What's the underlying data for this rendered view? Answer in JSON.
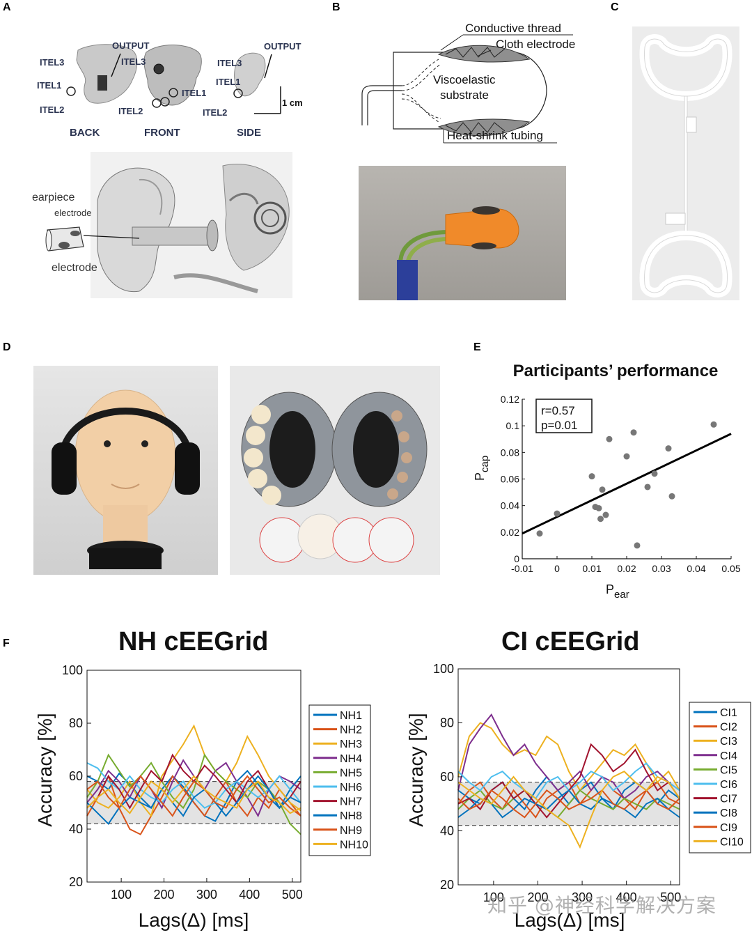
{
  "panels": {
    "a": {
      "letter": "A",
      "labels": {
        "itel3_back": "ITEL3",
        "itel1_back": "ITEL1",
        "itel2_back": "ITEL2",
        "output_back": "OUTPUT",
        "itel3_front": "ITEL3",
        "itel1_front": "ITEL1",
        "itel2_front": "ITEL2",
        "itel3_side": "ITEL3",
        "itel1_side": "ITEL1",
        "itel2_side": "ITEL2",
        "output_side": "OUTPUT",
        "scale": "1 cm",
        "back": "BACK",
        "front": "FRONT",
        "side": "SIDE"
      },
      "ear": {
        "earpiece": "earpiece",
        "electrode_top": "electrode",
        "electrode_bottom": "electrode"
      }
    },
    "b": {
      "letter": "B",
      "labels": {
        "conductive_thread": "Conductive thread",
        "cloth_electrode": "Cloth electrode",
        "substrate_line1": "Viscoelastic",
        "substrate_line2": "substrate",
        "heat_shrink": "Heat-shrink tubing"
      }
    },
    "c": {
      "letter": "C"
    },
    "d": {
      "letter": "D"
    },
    "e": {
      "letter": "E",
      "title": "Participants’ performance",
      "stats_r": "r=0.57",
      "stats_p": "p=0.01",
      "xlabel_main": "P",
      "xlabel_sub": "ear",
      "ylabel_main": "P",
      "ylabel_sub": "cap"
    },
    "f": {
      "letter": "F",
      "left_title": "NH cEEGrid",
      "right_title": "CI cEEGrid",
      "ylabel": "Accuracy [%]",
      "xlabel": "Lags(Δ) [ms]"
    }
  },
  "watermark": "知乎 @神经科学解决方案",
  "chart_data": [
    {
      "type": "scatter",
      "title": "Participants’ performance",
      "xlabel": "Pear",
      "ylabel": "Pcap",
      "xlim": [
        -0.01,
        0.05
      ],
      "ylim": [
        0,
        0.12
      ],
      "xticks": [
        "-0.01",
        "0",
        "0.01",
        "0.02",
        "0.03",
        "0.04",
        "0.05"
      ],
      "yticks": [
        "0",
        "0.02",
        "0.04",
        "0.06",
        "0.08",
        "0.1",
        "0.12"
      ],
      "annotation": [
        "r=0.57",
        "p=0.01"
      ],
      "points": [
        {
          "x": -0.005,
          "y": 0.019
        },
        {
          "x": 0.0,
          "y": 0.034
        },
        {
          "x": 0.01,
          "y": 0.062
        },
        {
          "x": 0.011,
          "y": 0.039
        },
        {
          "x": 0.012,
          "y": 0.038
        },
        {
          "x": 0.0125,
          "y": 0.03
        },
        {
          "x": 0.013,
          "y": 0.052
        },
        {
          "x": 0.014,
          "y": 0.033
        },
        {
          "x": 0.015,
          "y": 0.09
        },
        {
          "x": 0.02,
          "y": 0.077
        },
        {
          "x": 0.022,
          "y": 0.095
        },
        {
          "x": 0.023,
          "y": 0.01
        },
        {
          "x": 0.026,
          "y": 0.054
        },
        {
          "x": 0.028,
          "y": 0.064
        },
        {
          "x": 0.032,
          "y": 0.083
        },
        {
          "x": 0.033,
          "y": 0.047
        },
        {
          "x": 0.045,
          "y": 0.101
        }
      ],
      "fit_line": {
        "x": [
          -0.01,
          0.05
        ],
        "y": [
          0.019,
          0.094
        ]
      },
      "grid": false
    },
    {
      "type": "line",
      "title": "NH cEEGrid",
      "xlabel": "Lags(Δ) [ms]",
      "ylabel": "Accuracy [%]",
      "xlim": [
        20,
        520
      ],
      "ylim": [
        20,
        100
      ],
      "xticks": [
        "100",
        "200",
        "300",
        "400",
        "500"
      ],
      "yticks": [
        "20",
        "40",
        "60",
        "80",
        "100"
      ],
      "x": [
        20,
        45,
        70,
        95,
        120,
        145,
        170,
        195,
        220,
        245,
        270,
        295,
        320,
        345,
        370,
        395,
        420,
        445,
        470,
        495,
        520
      ],
      "chance_band": [
        42,
        58
      ],
      "legend_position": "right",
      "series": [
        {
          "name": "NH1",
          "color": "#0072BD",
          "values": [
            60,
            58,
            55,
            61,
            57,
            52,
            48,
            55,
            60,
            56,
            50,
            45,
            43,
            50,
            58,
            62,
            57,
            52,
            48,
            55,
            60
          ]
        },
        {
          "name": "NH2",
          "color": "#D95319",
          "values": [
            45,
            52,
            60,
            48,
            40,
            38,
            45,
            52,
            60,
            55,
            50,
            45,
            52,
            58,
            50,
            45,
            52,
            48,
            55,
            50,
            45
          ]
        },
        {
          "name": "NH3",
          "color": "#EDB120",
          "values": [
            55,
            50,
            48,
            52,
            58,
            50,
            45,
            60,
            66,
            72,
            79,
            68,
            62,
            58,
            65,
            75,
            68,
            60,
            55,
            50,
            47
          ]
        },
        {
          "name": "NH4",
          "color": "#7E2F8E",
          "values": [
            50,
            55,
            62,
            58,
            52,
            60,
            55,
            48,
            58,
            66,
            60,
            55,
            62,
            65,
            58,
            52,
            45,
            55,
            60,
            58,
            55
          ]
        },
        {
          "name": "NH5",
          "color": "#77AC30",
          "values": [
            52,
            58,
            68,
            62,
            56,
            60,
            65,
            58,
            52,
            48,
            55,
            68,
            62,
            58,
            55,
            52,
            58,
            55,
            50,
            42,
            38
          ]
        },
        {
          "name": "NH6",
          "color": "#4DBEEE",
          "values": [
            65,
            63,
            58,
            55,
            60,
            55,
            52,
            50,
            55,
            58,
            52,
            48,
            50,
            55,
            58,
            55,
            52,
            55,
            60,
            55,
            50
          ]
        },
        {
          "name": "NH7",
          "color": "#A2142F",
          "values": [
            48,
            52,
            60,
            55,
            48,
            55,
            62,
            58,
            68,
            62,
            58,
            64,
            60,
            55,
            50,
            58,
            62,
            55,
            48,
            52,
            58
          ]
        },
        {
          "name": "NH8",
          "color": "#0072BD",
          "values": [
            50,
            46,
            42,
            48,
            52,
            50,
            48,
            55,
            50,
            45,
            52,
            55,
            50,
            45,
            50,
            55,
            60,
            55,
            48,
            52,
            50
          ]
        },
        {
          "name": "NH9",
          "color": "#D95319",
          "values": [
            55,
            58,
            52,
            48,
            55,
            60,
            55,
            50,
            45,
            52,
            58,
            55,
            50,
            48,
            55,
            60,
            55,
            50,
            52,
            48,
            45
          ]
        },
        {
          "name": "NH10",
          "color": "#EDB120",
          "values": [
            48,
            52,
            55,
            50,
            46,
            52,
            58,
            55,
            50,
            55,
            60,
            55,
            52,
            50,
            48,
            55,
            58,
            52,
            50,
            46,
            48
          ]
        }
      ]
    },
    {
      "type": "line",
      "title": "CI cEEGrid",
      "xlabel": "Lags(Δ) [ms]",
      "ylabel": "Accuracy [%]",
      "xlim": [
        20,
        520
      ],
      "ylim": [
        20,
        100
      ],
      "xticks": [
        "100",
        "200",
        "300",
        "400",
        "500"
      ],
      "yticks": [
        "20",
        "40",
        "60",
        "80",
        "100"
      ],
      "x": [
        20,
        45,
        70,
        95,
        120,
        145,
        170,
        195,
        220,
        245,
        270,
        295,
        320,
        345,
        370,
        395,
        420,
        445,
        470,
        495,
        520
      ],
      "chance_band": [
        42,
        58
      ],
      "legend_position": "right",
      "series": [
        {
          "name": "CI1",
          "color": "#0072BD",
          "values": [
            55,
            52,
            50,
            55,
            58,
            52,
            48,
            55,
            60,
            55,
            50,
            55,
            58,
            52,
            48,
            55,
            58,
            55,
            50,
            55,
            52
          ]
        },
        {
          "name": "CI2",
          "color": "#D95319",
          "values": [
            50,
            55,
            58,
            52,
            48,
            55,
            50,
            45,
            52,
            55,
            58,
            50,
            55,
            60,
            55,
            52,
            48,
            55,
            58,
            52,
            50
          ]
        },
        {
          "name": "CI3",
          "color": "#EDB120",
          "values": [
            60,
            75,
            80,
            78,
            72,
            68,
            70,
            68,
            75,
            72,
            62,
            55,
            60,
            65,
            70,
            68,
            72,
            65,
            58,
            62,
            55
          ]
        },
        {
          "name": "CI4",
          "color": "#7E2F8E",
          "values": [
            55,
            72,
            78,
            83,
            75,
            68,
            72,
            65,
            60,
            55,
            58,
            62,
            55,
            60,
            58,
            52,
            55,
            60,
            62,
            58,
            55
          ]
        },
        {
          "name": "CI5",
          "color": "#77AC30",
          "values": [
            48,
            52,
            55,
            50,
            48,
            52,
            55,
            50,
            48,
            45,
            50,
            55,
            52,
            50,
            48,
            52,
            50,
            48,
            52,
            50,
            48
          ]
        },
        {
          "name": "CI6",
          "color": "#4DBEEE",
          "values": [
            62,
            58,
            55,
            60,
            62,
            58,
            55,
            52,
            58,
            60,
            55,
            58,
            62,
            60,
            55,
            58,
            62,
            65,
            60,
            58,
            55
          ]
        },
        {
          "name": "CI7",
          "color": "#A2142F",
          "values": [
            50,
            52,
            48,
            55,
            58,
            52,
            55,
            50,
            45,
            50,
            55,
            60,
            72,
            68,
            62,
            65,
            70,
            62,
            55,
            58,
            52
          ]
        },
        {
          "name": "CI8",
          "color": "#0072BD",
          "values": [
            45,
            48,
            52,
            50,
            45,
            48,
            52,
            50,
            48,
            52,
            55,
            50,
            48,
            52,
            50,
            48,
            45,
            50,
            52,
            48,
            45
          ]
        },
        {
          "name": "CI9",
          "color": "#D95319",
          "values": [
            52,
            48,
            50,
            55,
            52,
            48,
            45,
            50,
            55,
            52,
            48,
            50,
            52,
            55,
            50,
            48,
            52,
            55,
            50,
            48,
            52
          ]
        },
        {
          "name": "CI10",
          "color": "#EDB120",
          "values": [
            58,
            55,
            52,
            50,
            55,
            60,
            55,
            52,
            48,
            45,
            42,
            34,
            45,
            55,
            60,
            62,
            58,
            55,
            60,
            58,
            52
          ]
        }
      ]
    }
  ]
}
